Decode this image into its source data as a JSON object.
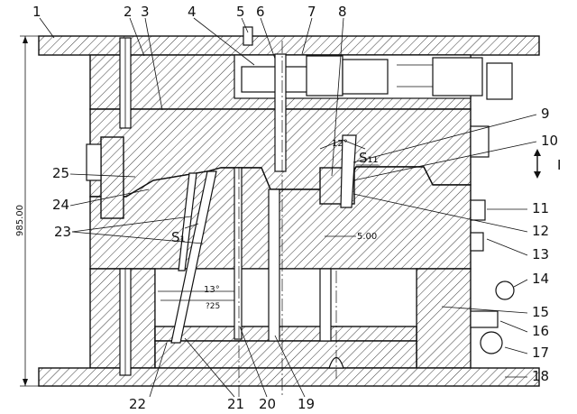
{
  "callouts": {
    "c1": "1",
    "c2": "2",
    "c3": "3",
    "c4": "4",
    "c5": "5",
    "c6": "6",
    "c7": "7",
    "c8": "8",
    "c9": "9",
    "c10": "10",
    "c11": "11",
    "c12": "12",
    "c13": "13",
    "c14": "14",
    "c15": "15",
    "c16": "16",
    "c17": "17",
    "c18": "18",
    "c19": "19",
    "c20": "20",
    "c21": "21",
    "c22": "22",
    "c23": "23",
    "c24": "24",
    "c25": "25"
  },
  "dimensions": {
    "overall_height": "985.00",
    "angle_top": "12°",
    "stroke_s11": "S₁₁",
    "direction_label": "I",
    "offset": "5.00",
    "stroke_s1": "S₁",
    "angle_lifter": "13°",
    "lifter_dim": "?25"
  }
}
